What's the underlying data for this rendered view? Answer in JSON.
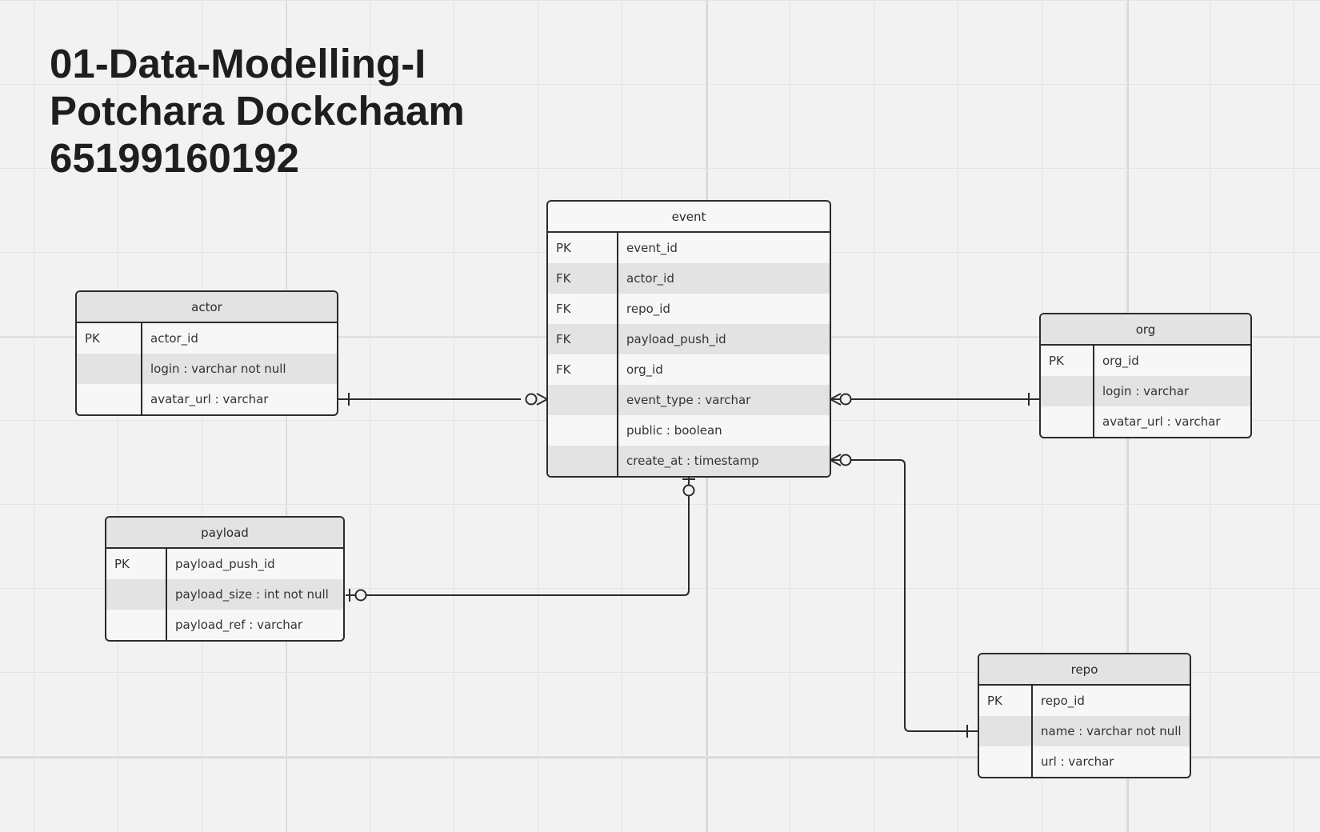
{
  "title": {
    "line1": "01-Data-Modelling-I",
    "line2": "Potchara Dockchaam",
    "line3": "65199160192"
  },
  "entities": {
    "event": {
      "name": "event",
      "rows": [
        {
          "key": "PK",
          "field": "event_id"
        },
        {
          "key": "FK",
          "field": "actor_id"
        },
        {
          "key": "FK",
          "field": "repo_id"
        },
        {
          "key": "FK",
          "field": "payload_push_id"
        },
        {
          "key": "FK",
          "field": "org_id"
        },
        {
          "key": "",
          "field": "event_type : varchar"
        },
        {
          "key": "",
          "field": "public : boolean"
        },
        {
          "key": "",
          "field": "create_at : timestamp"
        }
      ]
    },
    "actor": {
      "name": "actor",
      "rows": [
        {
          "key": "PK",
          "field": "actor_id"
        },
        {
          "key": "",
          "field": "login : varchar not null"
        },
        {
          "key": "",
          "field": "avatar_url : varchar"
        }
      ]
    },
    "org": {
      "name": "org",
      "rows": [
        {
          "key": "PK",
          "field": "org_id"
        },
        {
          "key": "",
          "field": "login : varchar"
        },
        {
          "key": "",
          "field": "avatar_url : varchar"
        }
      ]
    },
    "payload": {
      "name": "payload",
      "rows": [
        {
          "key": "PK",
          "field": "payload_push_id"
        },
        {
          "key": "",
          "field": "payload_size : int not null"
        },
        {
          "key": "",
          "field": "payload_ref : varchar"
        }
      ]
    },
    "repo": {
      "name": "repo",
      "rows": [
        {
          "key": "PK",
          "field": "repo_id"
        },
        {
          "key": "",
          "field": "name : varchar not null"
        },
        {
          "key": "",
          "field": "url : varchar"
        }
      ]
    }
  },
  "relationships": [
    {
      "from": "actor",
      "to": "event",
      "from_end": "one-mandatory",
      "to_end": "zero-or-many"
    },
    {
      "from": "org",
      "to": "event",
      "from_end": "one-mandatory",
      "to_end": "zero-or-many"
    },
    {
      "from": "repo",
      "to": "event",
      "from_end": "one-mandatory",
      "to_end": "zero-or-many"
    },
    {
      "from": "payload",
      "to": "event",
      "from_end": "zero-or-one",
      "to_end": "zero-or-one"
    }
  ],
  "colors": {
    "canvas": "#f2f2f2",
    "grid": "#e3e3e3",
    "border": "#2b2b2b",
    "row_light": "#f7f7f7",
    "row_shade": "#e3e3e3",
    "title": "#1e1e1e"
  }
}
